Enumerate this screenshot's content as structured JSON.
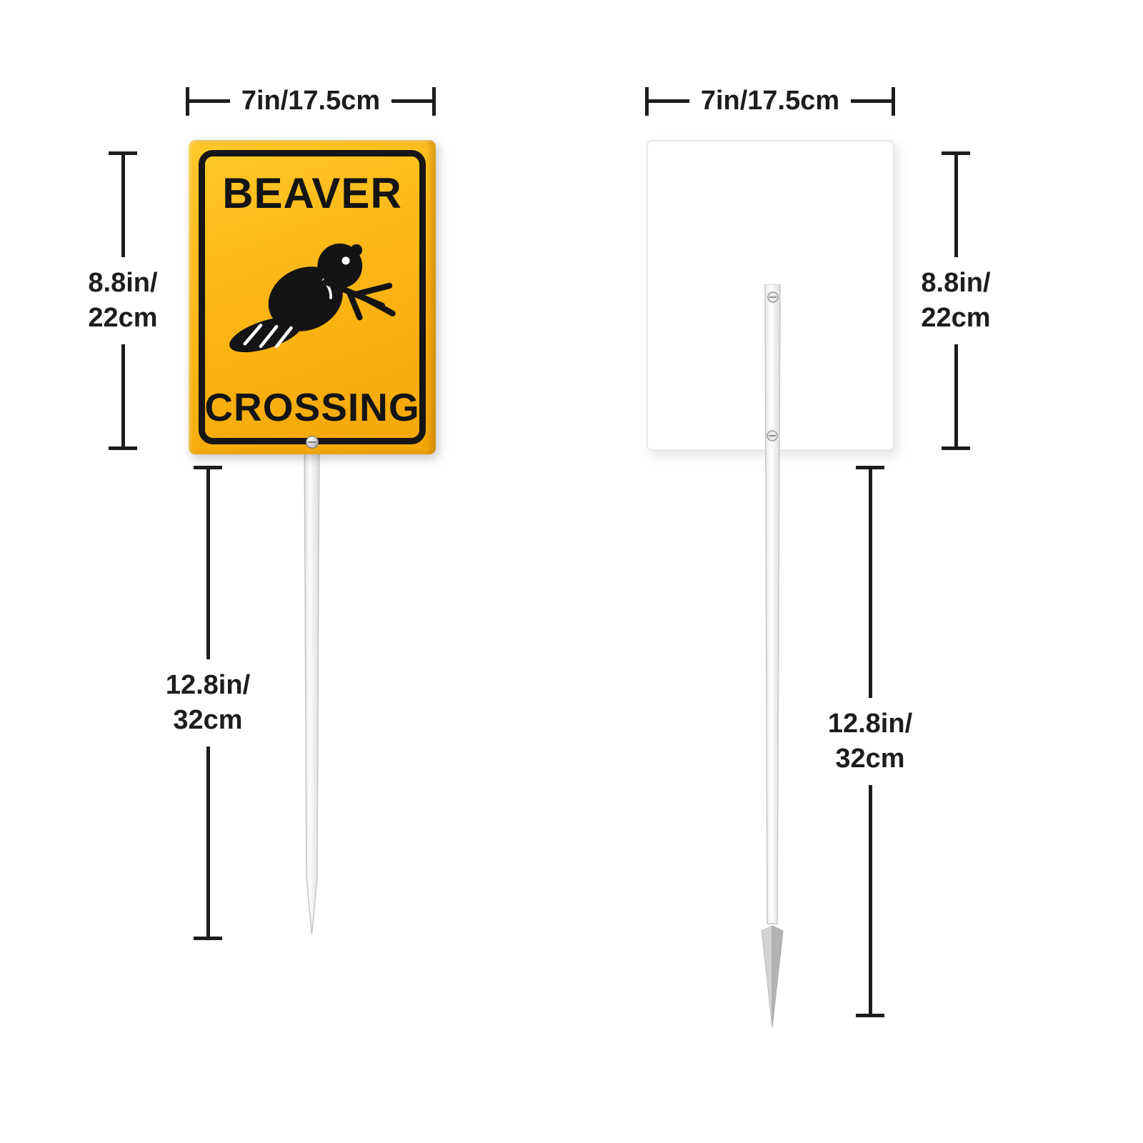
{
  "colors": {
    "sign_yellow": "#FBB312",
    "sign_frame_black": "#161616",
    "dimension_ink": "#1D1D1B",
    "stake_white": "#F4F4F4",
    "stake_tip_gray": "#B9B9B9"
  },
  "front": {
    "sign_top": "BEAVER",
    "sign_bottom": "CROSSING",
    "width_label": "7in/17.5cm",
    "height_label": [
      "8.8in/",
      "22cm"
    ],
    "stake_label": [
      "12.8in/",
      "32cm"
    ]
  },
  "back": {
    "width_label": "7in/17.5cm",
    "height_label": [
      "8.8in/",
      "22cm"
    ],
    "stake_label": [
      "12.8in/",
      "32cm"
    ]
  },
  "icons": {
    "beaver": "beaver-icon",
    "screw": "screw-icon",
    "stake": "ground-stake"
  }
}
